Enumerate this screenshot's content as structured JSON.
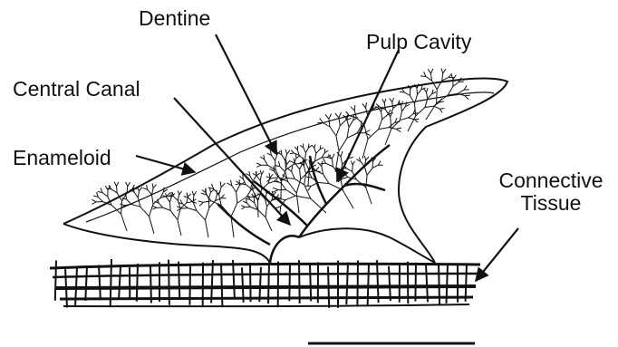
{
  "diagram": {
    "labels": {
      "dentine": "Dentine",
      "pulp_cavity": "Pulp Cavity",
      "central_canal": "Central Canal",
      "enameloid": "Enameloid",
      "connective_line1": "Connective",
      "connective_line2": "Tissue"
    },
    "colors": {
      "ink": "#111111",
      "background": "#ffffff"
    }
  }
}
